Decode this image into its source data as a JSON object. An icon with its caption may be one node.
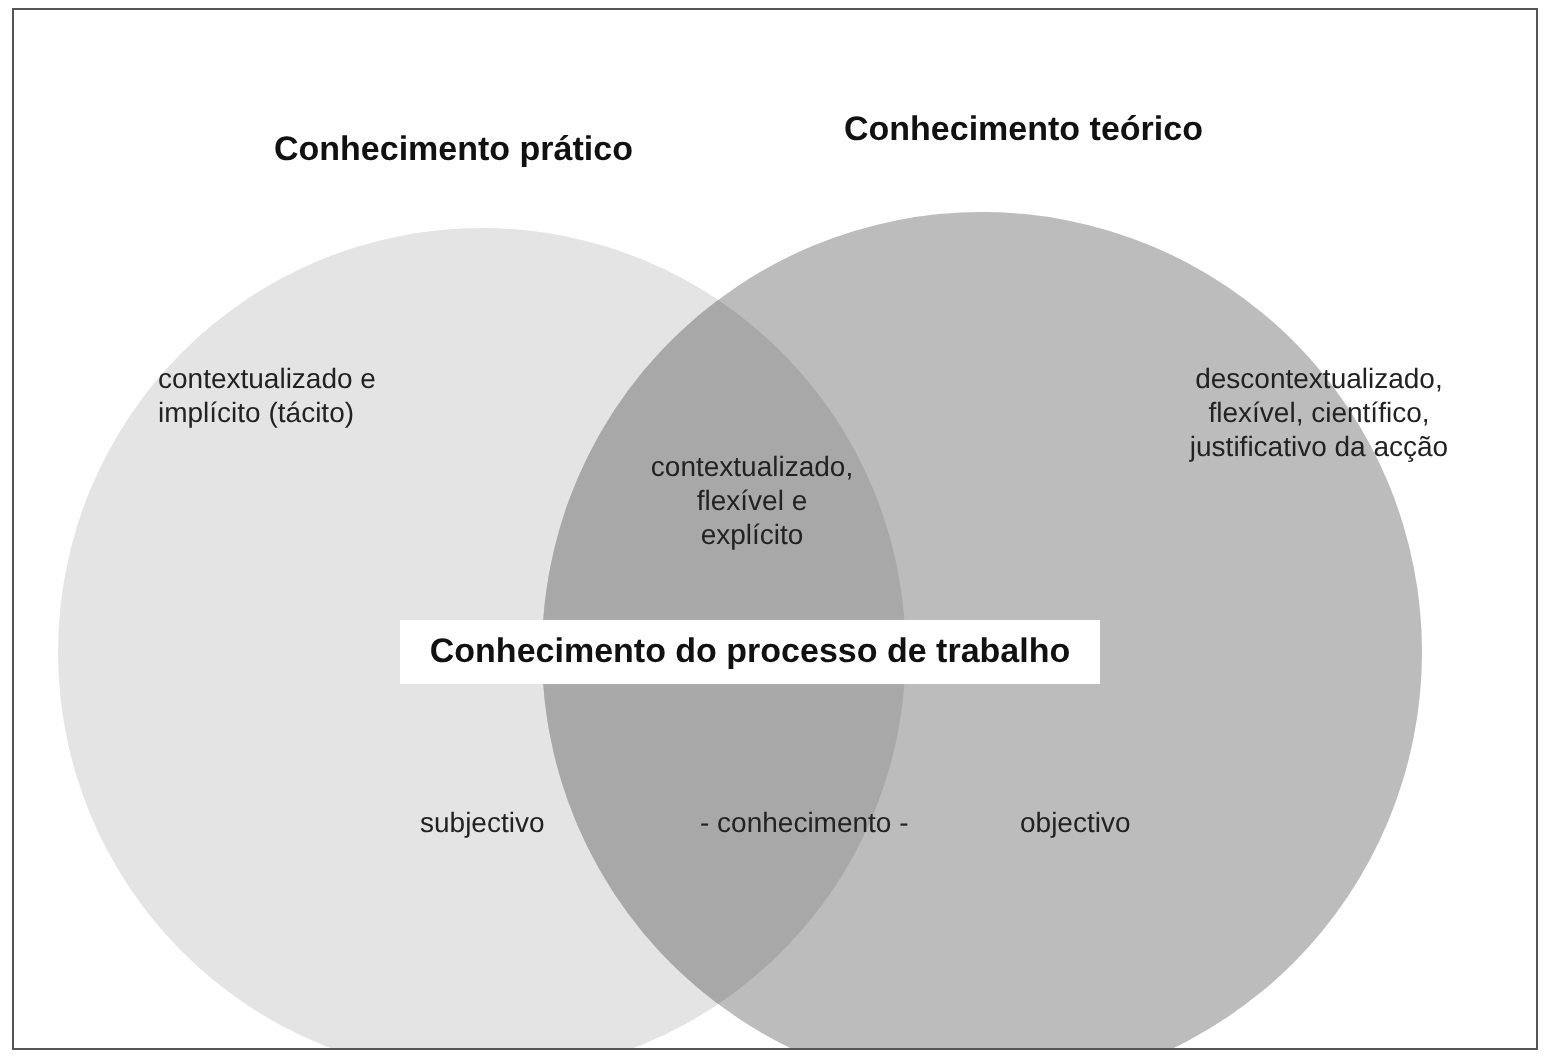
{
  "diagram": {
    "nodes": [
      {
        "text": [
          "Conhecimento prático",
          "contextualizado e implícito (tácito)"
        ]
      },
      {
        "text": [
          "Conhecimento teórico",
          "descontextualizado, flexível, científico, justificativo da acção"
        ]
      },
      {
        "text": [
          "contextualizado, flexível e explícito"
        ]
      },
      {
        "text": [
          "Conhecimento do processo de trabalho"
        ]
      }
    ],
    "edges": [],
    "labels": [
      "subjectivo",
      "- conhecimento -",
      "objectivo"
    ]
  }
}
